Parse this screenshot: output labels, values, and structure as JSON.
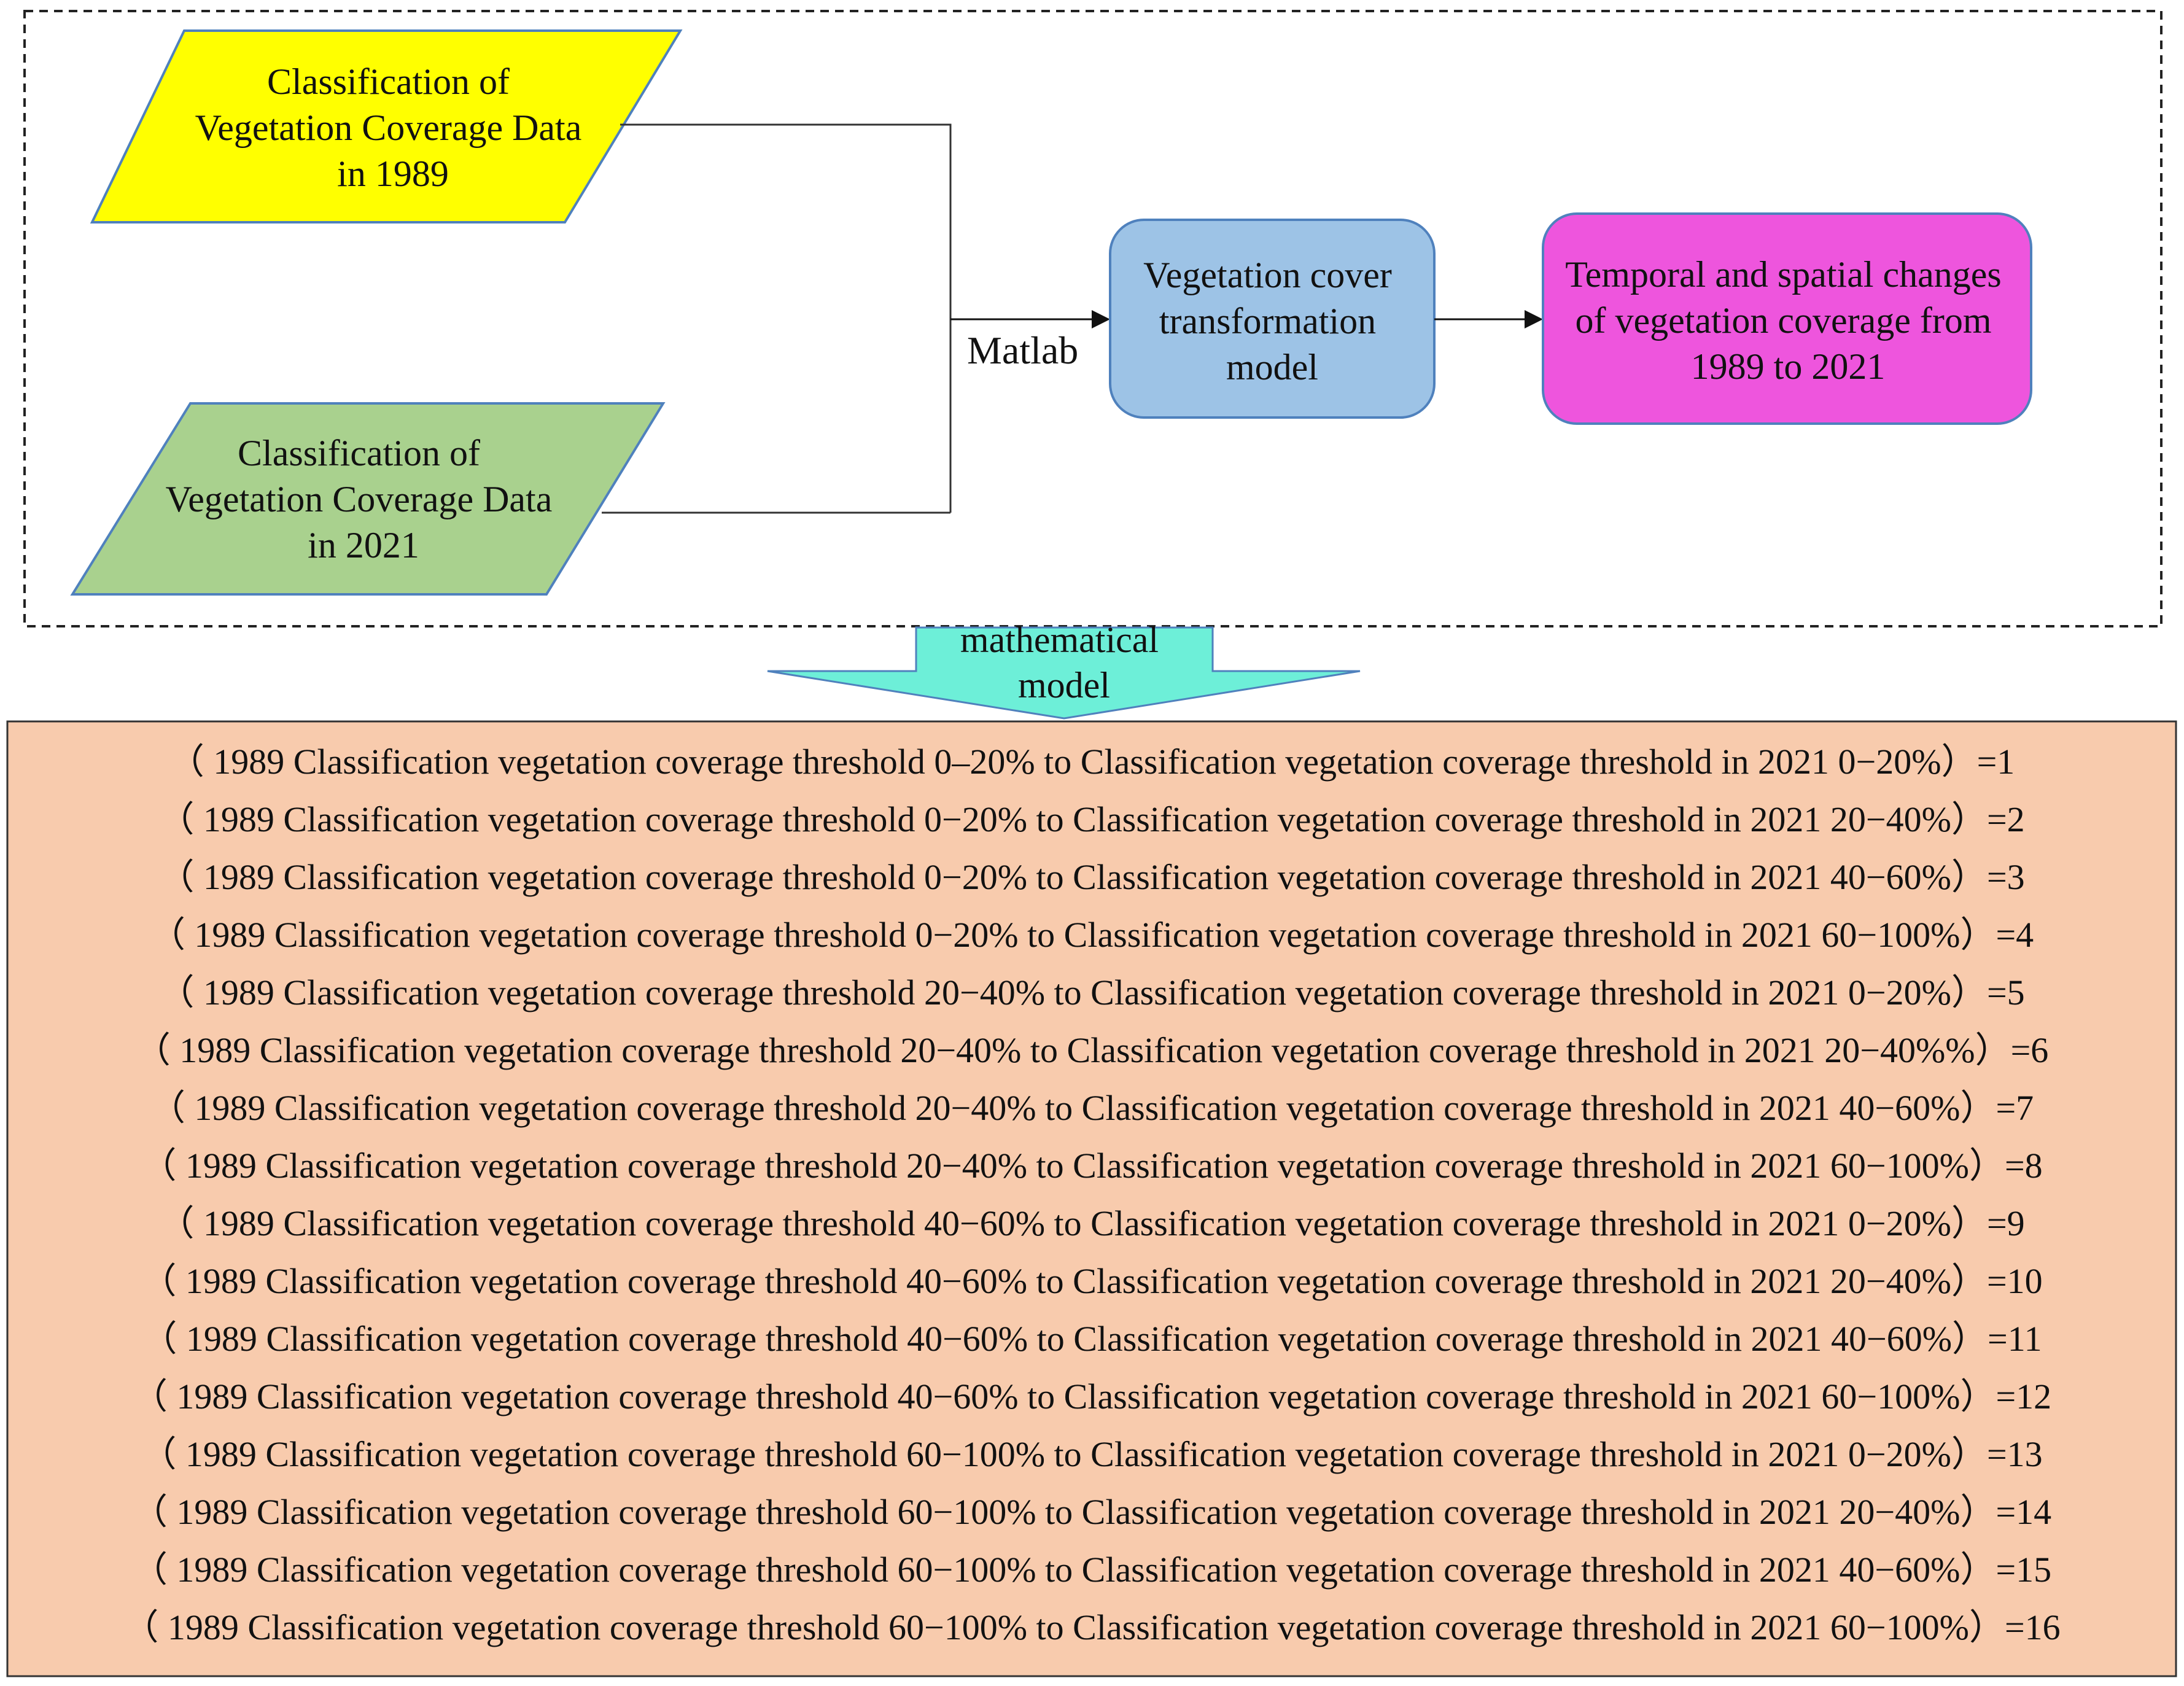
{
  "nodes": {
    "data_1989": {
      "lines": [
        "Classification of",
        "Vegetation Coverage Data",
        "in 1989"
      ],
      "fill": "#FFFF00"
    },
    "data_2021": {
      "lines": [
        "Classification of",
        "Vegetation Coverage Data",
        "in 2021"
      ],
      "fill": "#A9D18E"
    },
    "model": {
      "lines": [
        "Vegetation cover",
        "transformation",
        "model"
      ],
      "fill": "#9DC3E6"
    },
    "result": {
      "lines": [
        "Temporal and spatial changes",
        "of vegetation coverage from",
        "1989 to 2021"
      ],
      "fill": "#EE55DD"
    }
  },
  "edge_label": "Matlab",
  "arrow": {
    "lines": [
      "mathematical",
      "model"
    ],
    "fill": "#6DEFD8"
  },
  "rules_panel_fill": "#F8CBAD",
  "rules": [
    "（ 1989 Classification vegetation coverage threshold 0–20% to  Classification vegetation coverage threshold in 2021 0−20%）=1",
    "（ 1989 Classification vegetation coverage threshold 0−20%  to  Classification vegetation coverage threshold in 2021 20−40%）=2",
    "（ 1989 Classification vegetation coverage threshold 0−20%  to  Classification vegetation coverage threshold in 2021 40−60%）=3",
    "（ 1989 Classification vegetation coverage threshold 0−20%  to  Classification vegetation coverage threshold in 2021 60−100%）=4",
    "（ 1989 Classification vegetation coverage threshold 20−40%  to  Classification vegetation coverage threshold in 2021 0−20%）=5",
    "（ 1989 Classification vegetation coverage threshold 20−40%  to  Classification vegetation coverage threshold in 2021 20−40%%）=6",
    "（ 1989 Classification vegetation coverage threshold 20−40%  to  Classification vegetation coverage threshold in 2021 40−60%）=7",
    "（ 1989 Classification vegetation coverage threshold 20−40%  to  Classification vegetation coverage threshold in 2021 60−100%）=8",
    "（ 1989 Classification vegetation coverage threshold 40−60%  to  Classification vegetation coverage threshold in 2021 0−20%）=9",
    "（ 1989 Classification vegetation coverage threshold 40−60%  to  Classification vegetation coverage threshold in 2021 20−40%）=10",
    "（ 1989 Classification vegetation coverage threshold 40−60%  to  Classification vegetation coverage threshold in 2021 40−60%）=11",
    "（ 1989 Classification vegetation coverage threshold 40−60%  to  Classification vegetation coverage threshold in 2021 60−100%）=12",
    "（ 1989 Classification vegetation coverage threshold 60−100%  to  Classification vegetation coverage threshold in 2021 0−20%）=13",
    "（ 1989 Classification vegetation coverage threshold 60−100%  to  Classification vegetation coverage threshold in 2021 20−40%）=14",
    "（ 1989 Classification vegetation coverage threshold 60−100%  to  Classification vegetation coverage threshold in 2021 40−60%）=15",
    "（ 1989 Classification vegetation coverage threshold 60−100%  to  Classification vegetation coverage threshold in 2021 60−100%）=16"
  ]
}
